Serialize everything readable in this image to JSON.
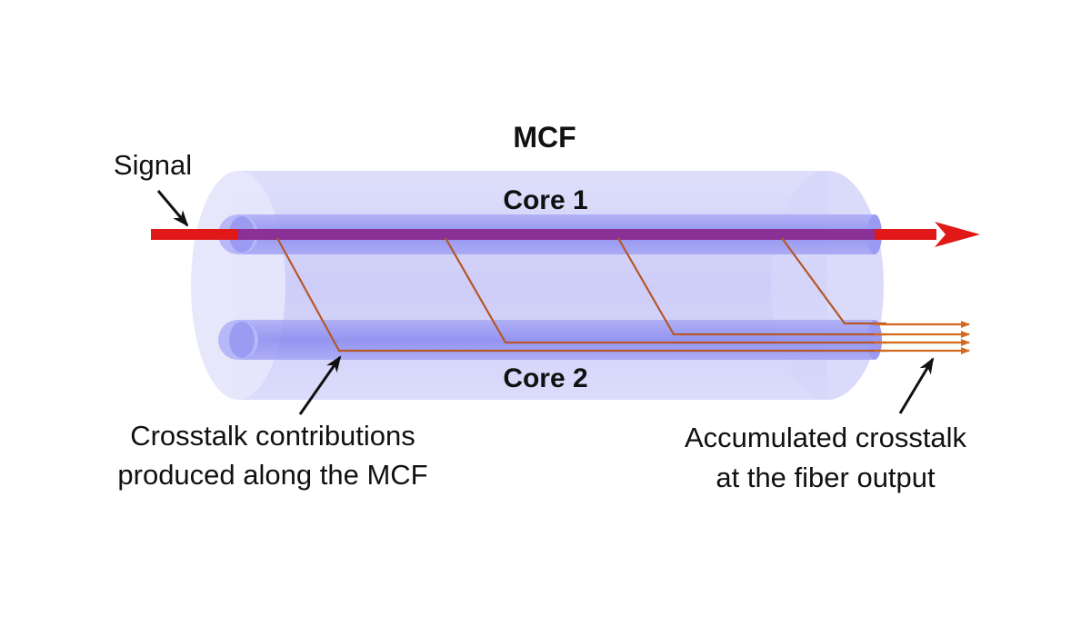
{
  "diagram": {
    "title": "MCF",
    "signal_label": "Signal",
    "core1_label": "Core 1",
    "core2_label": "Core 2",
    "left_caption": {
      "line1": "Crosstalk contributions",
      "line2": "produced along the MCF"
    },
    "right_caption": {
      "line1": "Accumulated crosstalk",
      "line2": "at the fiber output"
    },
    "colors": {
      "cladding": "#c9c9f7",
      "core_fill": "#8f8ff0",
      "signal": "#e01818",
      "crosstalk": "#d2691e",
      "core1_signal": "#8a2a8f",
      "text": "#111111"
    }
  }
}
